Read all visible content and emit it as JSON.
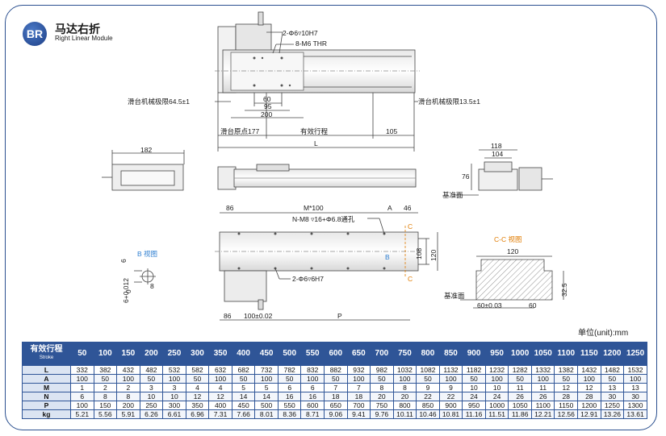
{
  "brand": {
    "badge": "BR",
    "title_cn": "马达右折",
    "title_en": "Right Linear Module"
  },
  "drawing": {
    "top_view": {
      "hole_callout_1": "2-Φ6▿10H7",
      "hole_callout_2": "8-M6 THR",
      "left_limit": "滑台机械极限64.5±1",
      "right_limit": "滑台机械极限13.5±1",
      "dim_60": "60",
      "dim_95": "95",
      "dim_200": "200",
      "origin": "滑台原点177",
      "stroke_label": "有效行程",
      "dim_105": "105",
      "dim_L": "L"
    },
    "side_view": {
      "dim_182": "182"
    },
    "end_view": {
      "dim_118": "118",
      "dim_104": "104",
      "dim_76": "76",
      "base_face": "基准面"
    },
    "bottom_view": {
      "dim_86_top": "86",
      "dim_M100": "M*100",
      "dim_A": "A",
      "dim_46": "46",
      "callout_holes": "N-M8 ▿16+Φ6.8通孔",
      "callout_dowel": "2-Φ6▿6H7",
      "dim_108": "108",
      "dim_120": "120",
      "dim_86_bottom": "86",
      "dim_100": "100±0.02",
      "dim_P": "P",
      "c_top": "C",
      "c_bottom": "C",
      "b_marker": "B"
    },
    "b_view": {
      "label": "B 视图",
      "dim_6": "6",
      "dim_tol": "6+0.012",
      "dim_0": "0",
      "dim_8": "8"
    },
    "cc_view": {
      "label": "C-C 视图",
      "dim_120": "120",
      "dim_32": "32.5",
      "dim_60a": "60±0.03",
      "dim_60b": "60",
      "base_face": "基准面"
    }
  },
  "unit": "单位(unit):mm",
  "table": {
    "head_cn": "有效行程",
    "head_en": "Stroke",
    "strokes": [
      "50",
      "100",
      "150",
      "200",
      "250",
      "300",
      "350",
      "400",
      "450",
      "500",
      "550",
      "600",
      "650",
      "700",
      "750",
      "800",
      "850",
      "900",
      "950",
      "1000",
      "1050",
      "1100",
      "1150",
      "1200",
      "1250"
    ],
    "rows": [
      {
        "label": "L",
        "values": [
          "332",
          "382",
          "432",
          "482",
          "532",
          "582",
          "632",
          "682",
          "732",
          "782",
          "832",
          "882",
          "932",
          "982",
          "1032",
          "1082",
          "1132",
          "1182",
          "1232",
          "1282",
          "1332",
          "1382",
          "1432",
          "1482",
          "1532"
        ]
      },
      {
        "label": "A",
        "values": [
          "100",
          "50",
          "100",
          "50",
          "100",
          "50",
          "100",
          "50",
          "100",
          "50",
          "100",
          "50",
          "100",
          "50",
          "100",
          "50",
          "100",
          "50",
          "100",
          "50",
          "100",
          "50",
          "100",
          "50",
          "100"
        ]
      },
      {
        "label": "M",
        "values": [
          "1",
          "2",
          "2",
          "3",
          "3",
          "4",
          "4",
          "5",
          "5",
          "6",
          "6",
          "7",
          "7",
          "8",
          "8",
          "9",
          "9",
          "10",
          "10",
          "11",
          "11",
          "12",
          "12",
          "13",
          "13"
        ]
      },
      {
        "label": "N",
        "values": [
          "6",
          "8",
          "8",
          "10",
          "10",
          "12",
          "12",
          "14",
          "14",
          "16",
          "16",
          "18",
          "18",
          "20",
          "20",
          "22",
          "22",
          "24",
          "24",
          "26",
          "26",
          "28",
          "28",
          "30",
          "30"
        ]
      },
      {
        "label": "P",
        "values": [
          "100",
          "150",
          "200",
          "250",
          "300",
          "350",
          "400",
          "450",
          "500",
          "550",
          "600",
          "650",
          "700",
          "750",
          "800",
          "850",
          "900",
          "950",
          "1000",
          "1050",
          "1100",
          "1150",
          "1200",
          "1250",
          "1300"
        ]
      },
      {
        "label": "kg",
        "values": [
          "5.21",
          "5.56",
          "5.91",
          "6.26",
          "6.61",
          "6.96",
          "7.31",
          "7.66",
          "8.01",
          "8.36",
          "8.71",
          "9.06",
          "9.41",
          "9.76",
          "10.11",
          "10.46",
          "10.81",
          "11.16",
          "11.51",
          "11.86",
          "12.21",
          "12.56",
          "12.91",
          "13.26",
          "13.61"
        ]
      }
    ]
  }
}
